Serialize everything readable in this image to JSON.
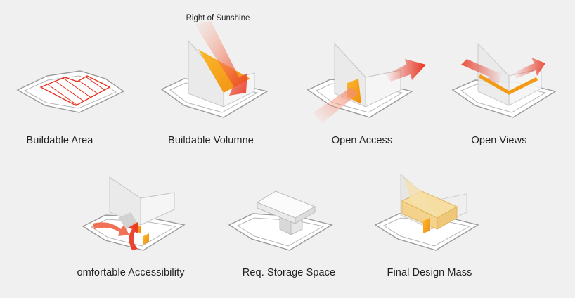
{
  "annotation": "Right of Sunshine",
  "steps": [
    {
      "label": "Buildable Area"
    },
    {
      "label": "Buildable Volumne"
    },
    {
      "label": "Open Access"
    },
    {
      "label": "Open Views"
    },
    {
      "label": "omfortable Accessibility"
    },
    {
      "label": "Req. Storage Space"
    },
    {
      "label": "Final Design Mass"
    }
  ],
  "colors": {
    "background": "#f0f0f0",
    "outline": "#9a9a9a",
    "mass_fill": "#e3e3e3",
    "accent_orange": "#f29a13",
    "accent_red": "#e8321e",
    "final_mass_fill": "#f3d38c"
  }
}
